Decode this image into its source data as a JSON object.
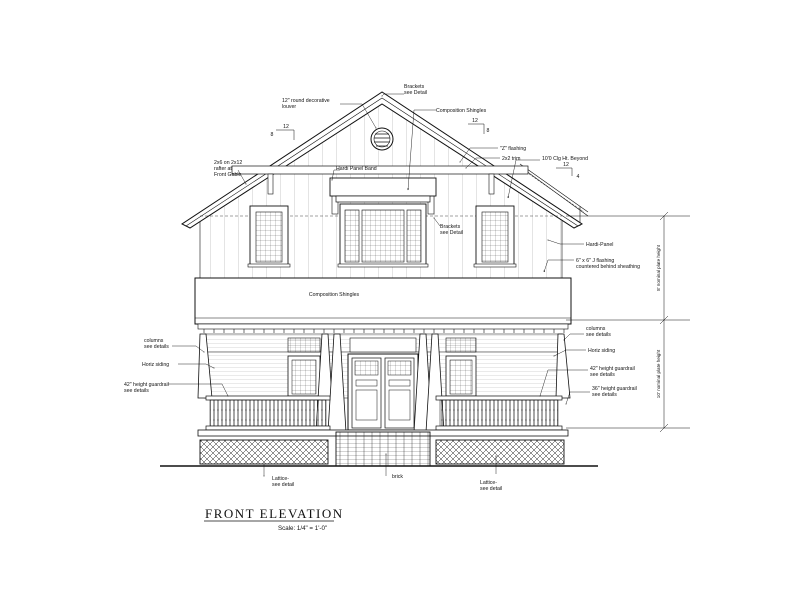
{
  "title": "FRONT ELEVATION",
  "scale_text": "Scale: 1/4\" = 1'-0\"",
  "labels": {
    "brackets_top": [
      "Brackets",
      "see Detail"
    ],
    "louver": [
      "12\" round decorative",
      "louver"
    ],
    "composition_shingles_top": "Composition Shingles",
    "slope_left_rise": "12",
    "slope_left_run": "8",
    "slope_mid_rise": "12",
    "slope_mid_run": "8",
    "slope_right_rise": "12",
    "slope_right_run": "4",
    "z_flashing": "\"Z\" flashing",
    "trim_2x2": "2x2 trim",
    "clg_ht": "10'0 Clg Ht. Beyond",
    "rafter": [
      "2x6 on 2x12",
      "rafter at",
      "Front Gable"
    ],
    "hardi_panel_band": "Hardi Panel Band",
    "brackets_mid": [
      "Brackets",
      "see Detail"
    ],
    "hardi_panel": "Hardi-Panel",
    "j_flashing": [
      "6\" x 6\" J flashing",
      "countered behind sheathing"
    ],
    "composition_shingles_porch": "Composition Shingles",
    "columns_left": [
      "columns",
      "see details"
    ],
    "columns_right": [
      "columns",
      "see details"
    ],
    "horiz_siding_left": "Horiz siding",
    "horiz_siding_right": "Horiz siding",
    "guardrail_left": [
      "42\" height guardrail",
      "see details"
    ],
    "guardrail_right_42": [
      "42\" height guardrail",
      "see details"
    ],
    "guardrail_right_36": [
      "36\" height guardrail",
      "see details"
    ],
    "lattice_left": [
      "Lattice-",
      "see detail"
    ],
    "brick": "brick",
    "lattice_right": [
      "Lattice-",
      "see detail"
    ],
    "upper_plate_height": "8' nominal plate height",
    "lower_plate_height": "10' nominal plate height"
  }
}
